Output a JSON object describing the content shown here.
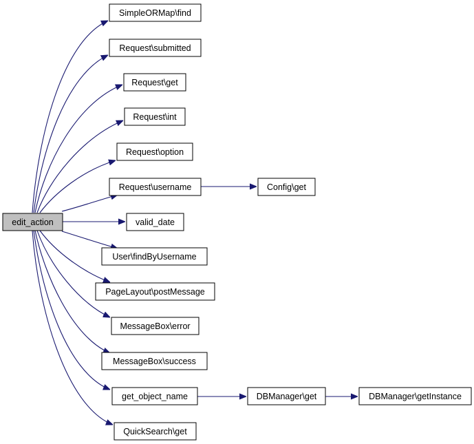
{
  "colors": {
    "edge": "#191970",
    "node_border": "#000000",
    "root_fill": "#bfbfbf",
    "node_fill": "#ffffff"
  },
  "nodes": {
    "edit_action": "edit_action",
    "simpleormap_find": "SimpleORMap\\find",
    "request_submitted": "Request\\submitted",
    "request_get": "Request\\get",
    "request_int": "Request\\int",
    "request_option": "Request\\option",
    "request_username": "Request\\username",
    "config_get": "Config\\get",
    "valid_date": "valid_date",
    "user_findbyusername": "User\\findByUsername",
    "pagelayout_postmessage": "PageLayout\\postMessage",
    "messagebox_error": "MessageBox\\error",
    "messagebox_success": "MessageBox\\success",
    "get_object_name": "get_object_name",
    "dbmanager_get": "DBManager\\get",
    "dbmanager_getinstance": "DBManager\\getInstance",
    "quicksearch_get": "QuickSearch\\get"
  },
  "edges": [
    [
      "edit_action",
      "simpleormap_find"
    ],
    [
      "edit_action",
      "request_submitted"
    ],
    [
      "edit_action",
      "request_get"
    ],
    [
      "edit_action",
      "request_int"
    ],
    [
      "edit_action",
      "request_option"
    ],
    [
      "edit_action",
      "request_username"
    ],
    [
      "request_username",
      "config_get"
    ],
    [
      "edit_action",
      "valid_date"
    ],
    [
      "edit_action",
      "user_findbyusername"
    ],
    [
      "edit_action",
      "pagelayout_postmessage"
    ],
    [
      "edit_action",
      "messagebox_error"
    ],
    [
      "edit_action",
      "messagebox_success"
    ],
    [
      "edit_action",
      "get_object_name"
    ],
    [
      "get_object_name",
      "dbmanager_get"
    ],
    [
      "dbmanager_get",
      "dbmanager_getinstance"
    ],
    [
      "edit_action",
      "quicksearch_get"
    ]
  ]
}
